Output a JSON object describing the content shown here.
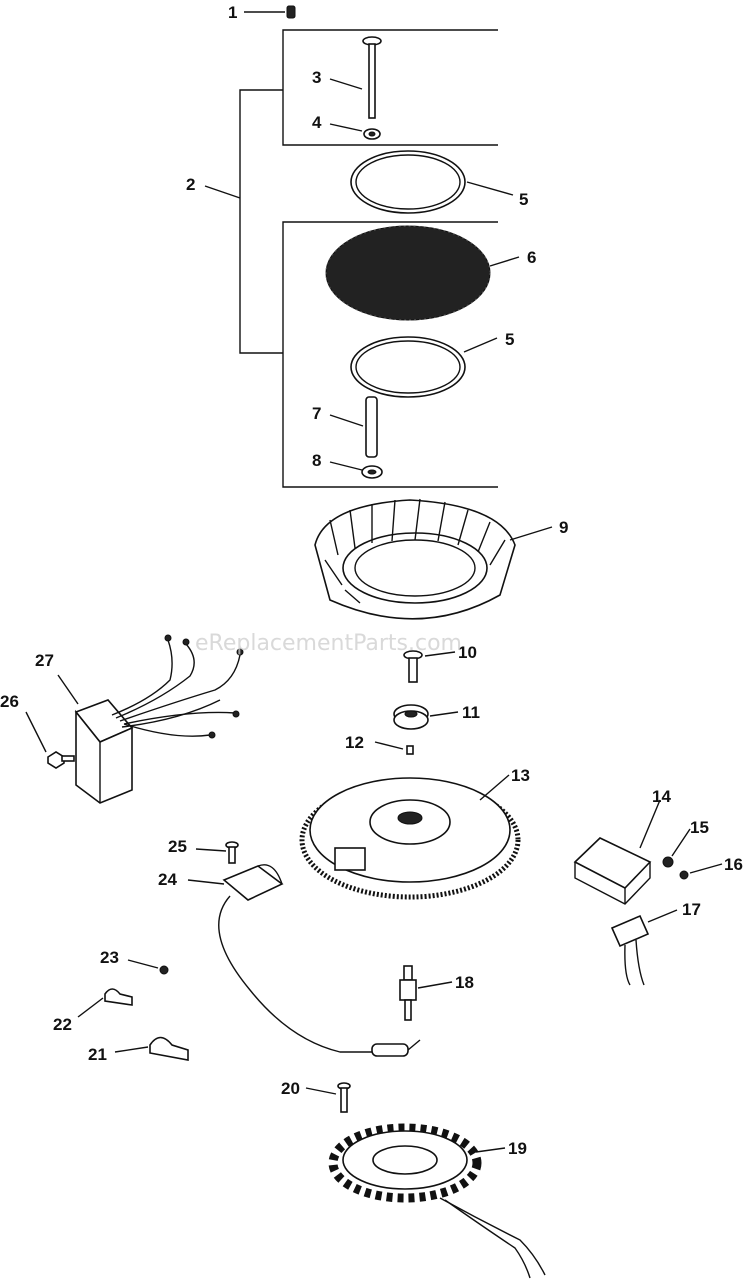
{
  "watermark": "eReplacementParts.com",
  "callouts": [
    "1",
    "2",
    "3",
    "4",
    "5",
    "5",
    "6",
    "7",
    "8",
    "9",
    "10",
    "11",
    "12",
    "13",
    "14",
    "15",
    "16",
    "17",
    "18",
    "19",
    "20",
    "21",
    "22",
    "23",
    "24",
    "25",
    "26",
    "27"
  ],
  "colors": {
    "ink": "#111111",
    "background": "#ffffff",
    "watermark": "#cccccc"
  }
}
